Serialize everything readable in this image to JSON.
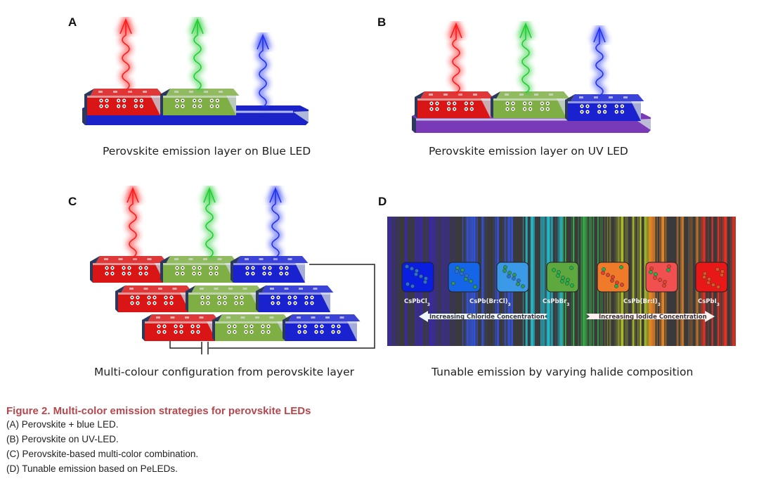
{
  "panels": {
    "A": {
      "letter": "A",
      "caption": "Perovskite emission layer on Blue LED"
    },
    "B": {
      "letter": "B",
      "caption": "Perovskite emission layer on UV LED"
    },
    "C": {
      "letter": "C",
      "caption": "Multi-colour configuration from perovskite layer"
    },
    "D": {
      "letter": "D",
      "caption": "Tunable emission by varying halide composition"
    }
  },
  "spectrum": {
    "compounds": [
      {
        "label": "CsPbCl",
        "sub": "3",
        "color": "#0a1ee0"
      },
      {
        "label": "",
        "sub": "",
        "color": "#1565e8"
      },
      {
        "label": "CsPb(Br:Cl)",
        "sub": "3",
        "color": "#3a9ae8"
      },
      {
        "label": "CsPbBr",
        "sub": "3",
        "color": "#5ea840"
      },
      {
        "label": "",
        "sub": "",
        "color": "#ee7a2a"
      },
      {
        "label": "CsPb(Br:I)",
        "sub": "3",
        "color": "#f05050"
      },
      {
        "label": "CsPbI",
        "sub": "3",
        "color": "#e81818"
      }
    ],
    "left_arrow": "Increasing Chloride Concentration",
    "right_arrow": "Increasing Iodide Concentration"
  },
  "colors": {
    "red": "#ff1a1a",
    "green": "#22cc33",
    "blue": "#2233ee",
    "led_blue": "#1a22c8",
    "led_uv": "#7a3ab8",
    "title": "#b5474d"
  },
  "figure": {
    "title": "Figure 2.  Multi-color emission strategies for perovskite LEDs",
    "items": [
      "(A) Perovskite + blue LED.",
      "(B) Perovskite on UV-LED.",
      "(C) Perovskite-based multi-color combination.",
      "(D) Tunable emission based on PeLEDs."
    ]
  }
}
